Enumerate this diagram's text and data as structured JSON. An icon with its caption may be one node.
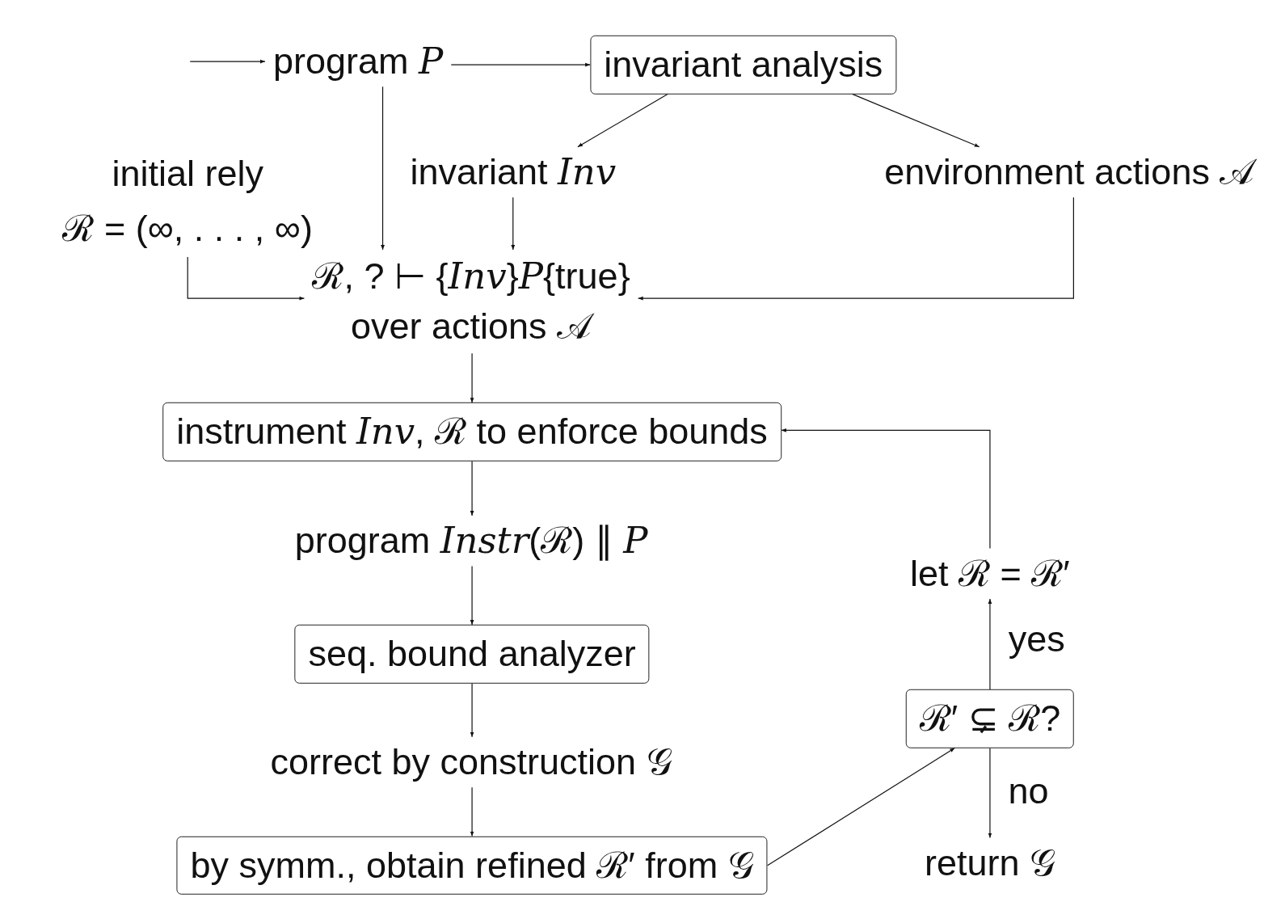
{
  "diagram": {
    "nodes": [
      {
        "text": [
          "program *P*"
        ]
      },
      {
        "text": [
          "invariant analysis"
        ]
      },
      {
        "text": [
          "invariant *Inv*"
        ]
      },
      {
        "text": [
          "environment actions 𝒜"
        ]
      },
      {
        "text": [
          "initial rely",
          "ℛ = (∞, . . . , ∞)"
        ]
      },
      {
        "text": [
          "ℛ, ? ⊢ {*Inv*}*P*{**true**}",
          "over actions 𝒜"
        ]
      },
      {
        "text": [
          "instrument *Inv*, ℛ to enforce bounds"
        ]
      },
      {
        "text": [
          "program *Instr*(ℛ) ∥ *P*"
        ]
      },
      {
        "text": [
          "seq. bound analyzer"
        ]
      },
      {
        "text": [
          "correct by construction 𝒢"
        ]
      },
      {
        "text": [
          "by symm., obtain refined ℛ′ from 𝒢"
        ]
      },
      {
        "text": [
          "ℛ′ ⊊ ℛ?"
        ]
      },
      {
        "text": [
          "let ℛ = ℛ′"
        ]
      },
      {
        "text": [
          "return 𝒢"
        ]
      }
    ],
    "edges": [
      {
        "from": null,
        "to": 0,
        "arrow": "to"
      },
      {
        "from": 0,
        "to": 1,
        "arrow": "to"
      },
      {
        "from": 1,
        "to": 2,
        "arrow": "to"
      },
      {
        "from": 1,
        "to": 3,
        "arrow": "to"
      },
      {
        "from": 0,
        "to": 5,
        "arrow": "to"
      },
      {
        "from": 2,
        "to": 5,
        "arrow": "to"
      },
      {
        "from": 4,
        "to": 5,
        "arrow": "to"
      },
      {
        "from": 3,
        "to": 5,
        "arrow": "to"
      },
      {
        "from": 5,
        "to": 6,
        "arrow": "to"
      },
      {
        "from": 6,
        "to": 7,
        "arrow": "to"
      },
      {
        "from": 7,
        "to": 8,
        "arrow": "to"
      },
      {
        "from": 8,
        "to": 9,
        "arrow": "to"
      },
      {
        "from": 9,
        "to": 10,
        "arrow": "to"
      },
      {
        "from": 10,
        "to": 11,
        "arrow": "to"
      },
      {
        "from": 11,
        "to": 12,
        "arrow": "to",
        "label": "yes"
      },
      {
        "from": 11,
        "to": 13,
        "arrow": "to",
        "label": "no"
      },
      {
        "from": 12,
        "to": 6,
        "arrow": "to"
      }
    ]
  }
}
